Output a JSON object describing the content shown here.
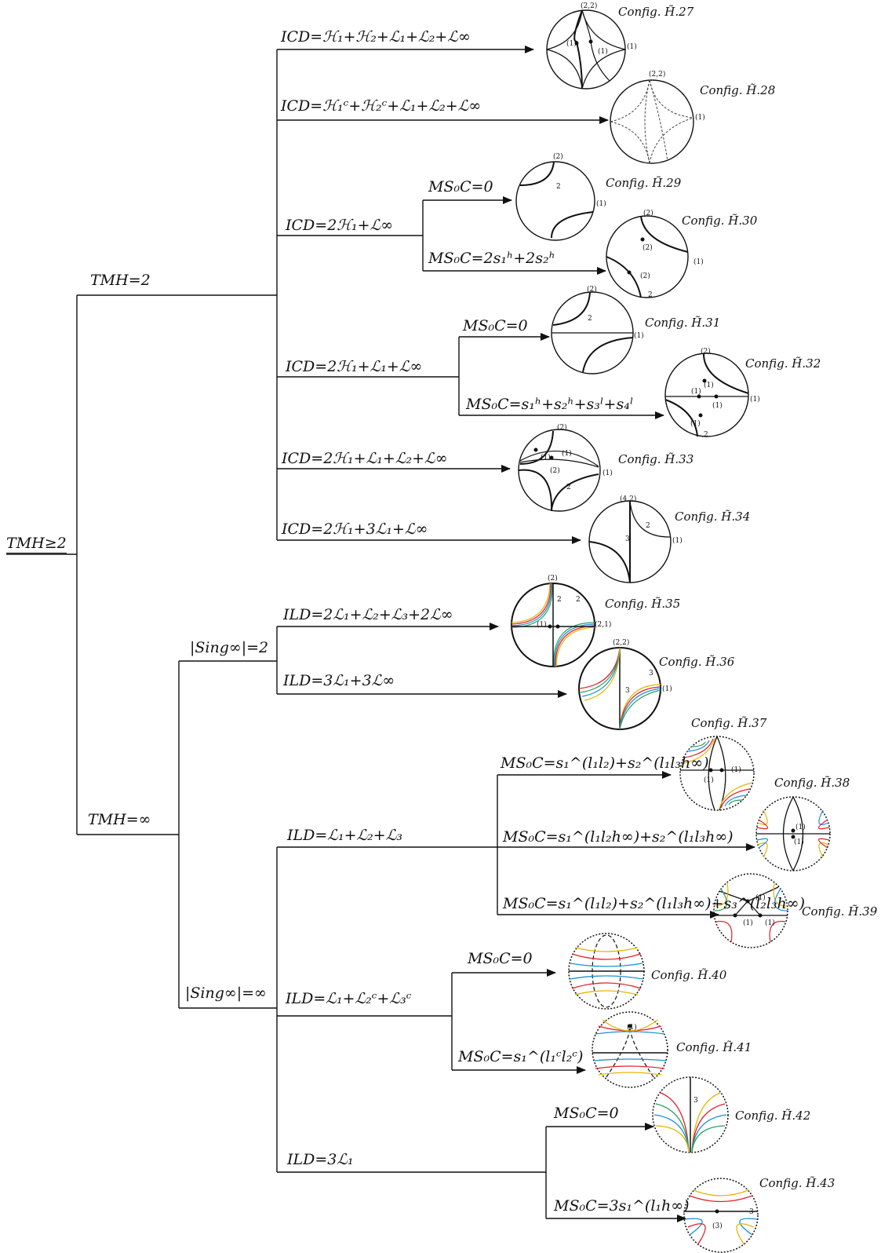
{
  "root": "TMH≥2",
  "branches": {
    "tmh2": "TMH=2",
    "tmhinf": "TMH=∞",
    "sing2": "|Sing∞|=2",
    "singinf": "|Sing∞|=∞"
  },
  "labels": [
    "ICD=ℋ₁+ℋ₂+ℒ₁+ℒ₂+ℒ∞",
    "ICD=ℋ₁ᶜ+ℋ₂ᶜ+ℒ₁+ℒ₂+ℒ∞",
    "ICD=2ℋ₁+ℒ∞",
    "MS₀C=0",
    "MS₀C=2s₁ʰ+2s₂ʰ",
    "ICD=2ℋ₁+ℒ₁+ℒ∞",
    "MS₀C=0",
    "MS₀C=s₁ʰ+s₂ʰ+s₃ˡ+s₄ˡ",
    "ICD=2ℋ₁+ℒ₁+ℒ₂+ℒ∞",
    "ICD=2ℋ₁+3ℒ₁+ℒ∞",
    "ILD=2ℒ₁+ℒ₂+ℒ₃+2ℒ∞",
    "ILD=3ℒ₁+3ℒ∞",
    "ILD=ℒ₁+ℒ₂+ℒ₃",
    "MS₀C=s₁^(l₁l₂)+s₂^(l₁l₃h∞)",
    "MS₀C=s₁^(l₁l₂h∞)+s₂^(l₁l₃h∞)",
    "MS₀C=s₁^(l₁l₂)+s₂^(l₁l₃h∞)+s₃^(l₂l₃h∞)",
    "ILD=ℒ₁+ℒ₂ᶜ+ℒ₃ᶜ",
    "MS₀C=0",
    "MS₀C=s₁^(l₁ᶜl₂ᶜ)",
    "ILD=3ℒ₁",
    "MS₀C=0",
    "MS₀C=3s₁^(l₁h∞)"
  ],
  "configs": [
    "Config. H̃.27",
    "Config. H̃.28",
    "Config. H̃.29",
    "Config. H̃.30",
    "Config. H̃.31",
    "Config. H̃.32",
    "Config. H̃.33",
    "Config. H̃.34",
    "Config. H̃.35",
    "Config. H̃.36",
    "Config. H̃.37",
    "Config. H̃.38",
    "Config. H̃.39",
    "Config. H̃.40",
    "Config. H̃.41",
    "Config. H̃.42",
    "Config. H̃.43"
  ],
  "mults": {
    "m22": "(2,2)",
    "m2": "(2)",
    "m1": "(1)",
    "m21": "(2,1)",
    "m42": "(4,2)",
    "m3p": "(3)",
    "n2": "2",
    "n3": "3"
  }
}
